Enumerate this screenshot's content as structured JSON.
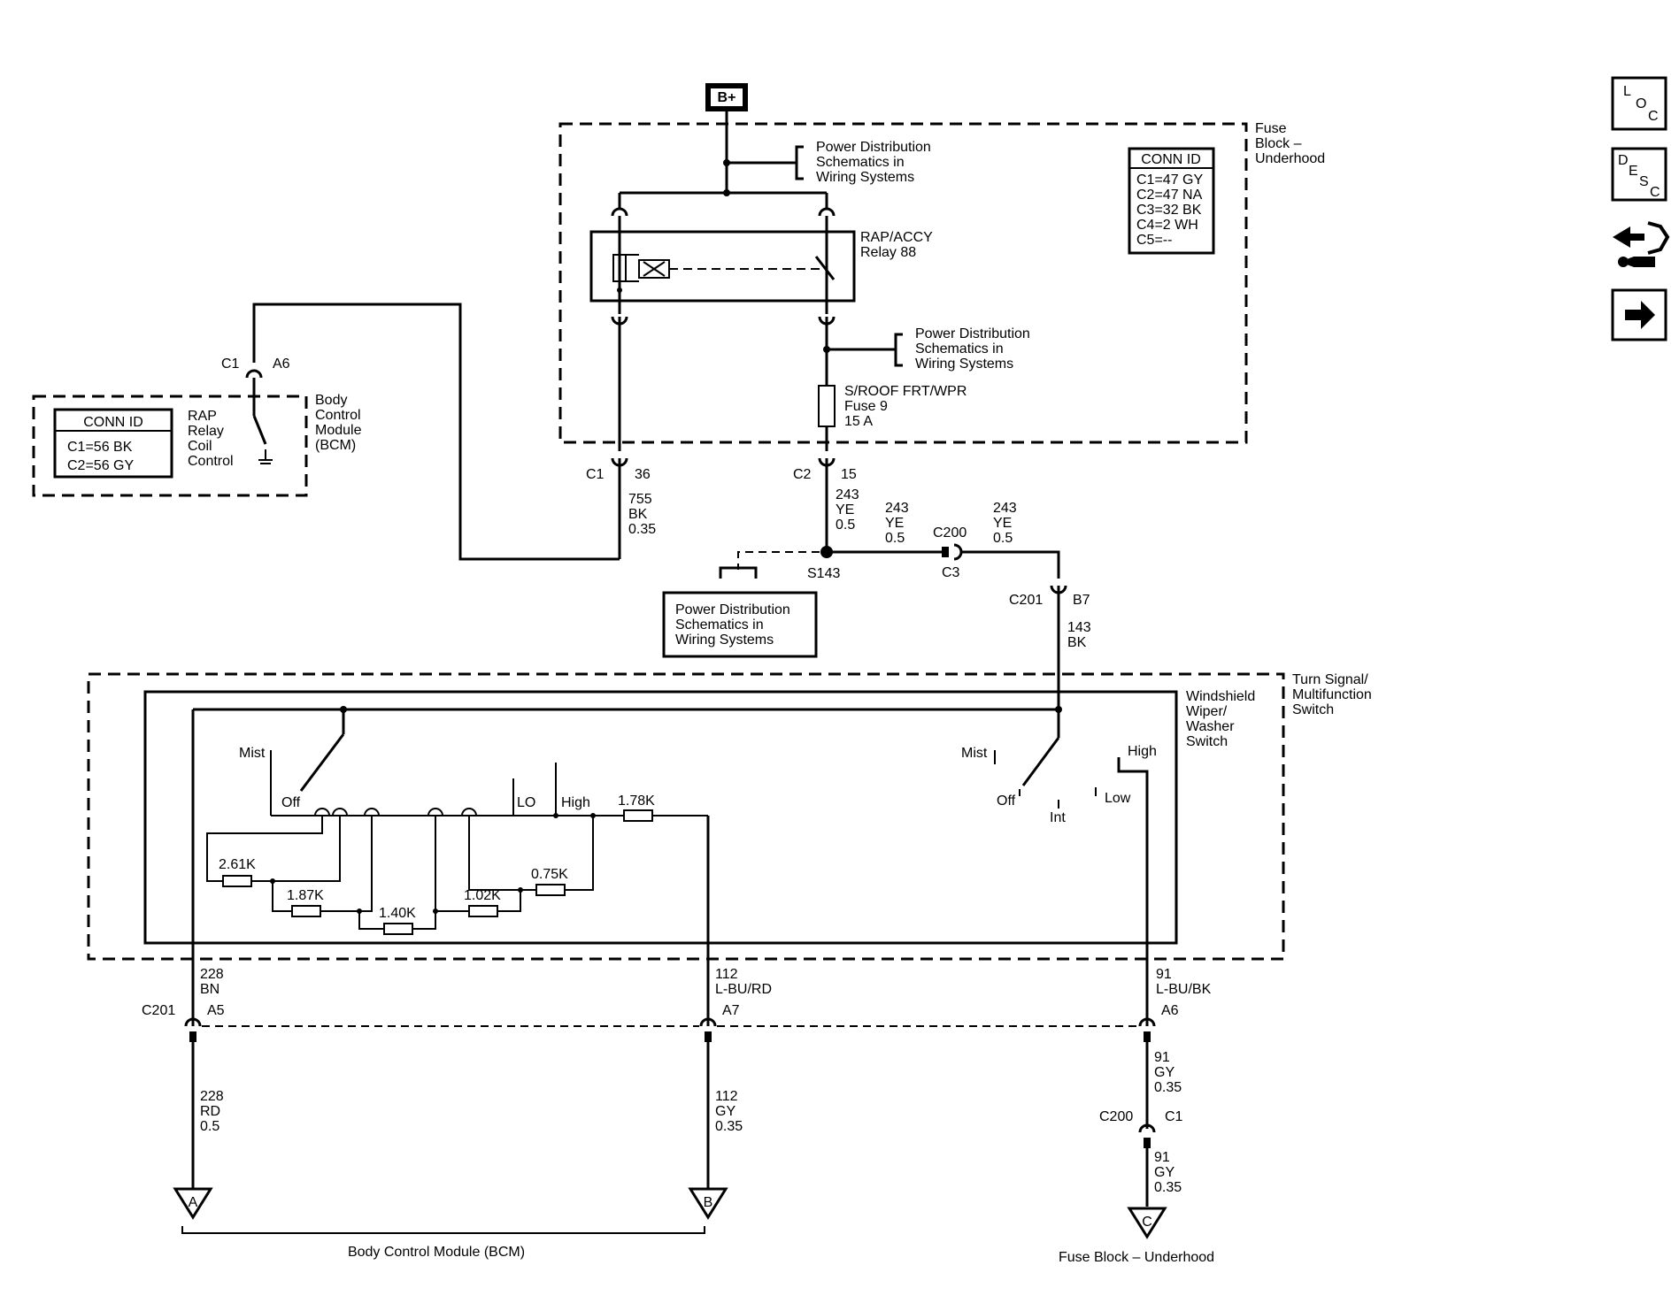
{
  "labels": {
    "bplus": "B+",
    "pds": [
      "Power Distribution",
      "Schematics in",
      "Wiring Systems"
    ],
    "fuse_block": [
      "Fuse",
      "Block –",
      "Underhood"
    ],
    "conn_id_title": "CONN ID",
    "fb_conn": [
      "C1=47 GY",
      "C2=47 NA",
      "C3=32 BK",
      "C4=2 WH",
      "C5=--"
    ],
    "relay": [
      "RAP/ACCY",
      "Relay 88"
    ],
    "fuse": [
      "S/ROOF FRT/WPR",
      "Fuse 9",
      "15 A"
    ],
    "bcm_conn": [
      "C1=56 BK",
      "C2=56 GY"
    ],
    "rap_coil": [
      "RAP",
      "Relay",
      "Coil",
      "Control"
    ],
    "bcm_box": [
      "Body",
      "Control",
      "Module",
      "(BCM)"
    ],
    "c1": "C1",
    "c2": "C2",
    "c3": "C3",
    "c200": "C200",
    "c201": "C201",
    "a5": "A5",
    "a6": "A6",
    "a7": "A7",
    "b7": "B7",
    "p36": "36",
    "p15": "15",
    "s143": "S143",
    "w755": [
      "755",
      "BK",
      "0.35"
    ],
    "w243": [
      "243",
      "YE",
      "0.5"
    ],
    "w143": [
      "143",
      "BK"
    ],
    "w228bn": [
      "228",
      "BN"
    ],
    "w112lbu": [
      "112",
      "L-BU/RD"
    ],
    "w91lbu": [
      "91",
      "L-BU/BK"
    ],
    "w228rd": [
      "228",
      "RD",
      "0.5"
    ],
    "w112gy": [
      "112",
      "GY",
      "0.35"
    ],
    "w91gy": [
      "91",
      "GY",
      "0.35"
    ],
    "turn_switch": [
      "Turn Signal/",
      "Multifunction",
      "Switch"
    ],
    "wiper_switch": [
      "Windshield",
      "Wiper/",
      "Washer",
      "Switch"
    ],
    "mist": "Mist",
    "off": "Off",
    "lo": "LO",
    "high": "High",
    "int": "Int",
    "low": "Low",
    "r261": "2.61K",
    "r187": "1.87K",
    "r140": "1.40K",
    "r102": "1.02K",
    "r075": "0.75K",
    "r178": "1.78K",
    "term_a": "A",
    "term_b": "B",
    "term_c": "C",
    "bcm_bottom": "Body Control Module (BCM)",
    "fb_bottom": "Fuse Block – Underhood",
    "loc": [
      "L",
      "O",
      "C"
    ],
    "desc": [
      "D",
      "E",
      "S",
      "C"
    ]
  },
  "icons": [
    "loc-icon",
    "desc-icon",
    "connector-repair-icon",
    "next-arrow-icon"
  ]
}
